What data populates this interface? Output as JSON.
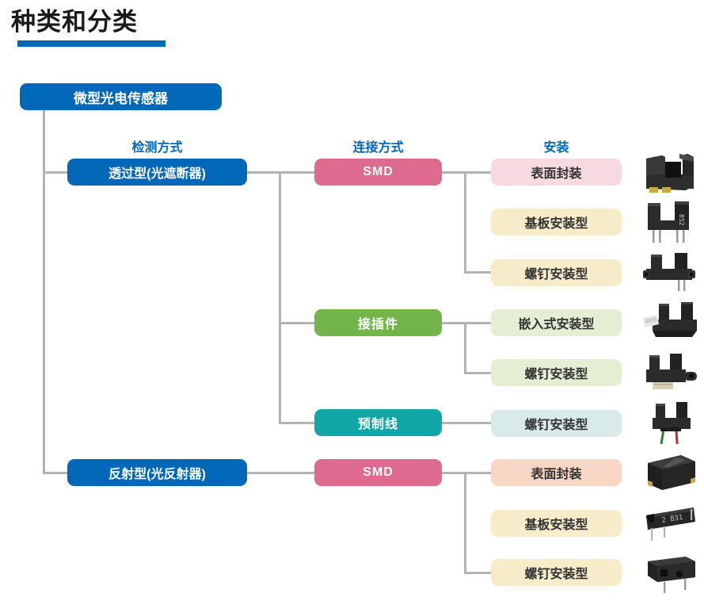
{
  "title": "种类和分类",
  "colors": {
    "accent_blue": "#0068b7",
    "pink": "#de6b8f",
    "green": "#72b54a",
    "teal": "#12a7a7",
    "light_pink": "#f7d9e1",
    "cream": "#f6ecca",
    "light_green": "#e3eed3",
    "light_teal": "#d8ebea",
    "light_salmon": "#f8d6c6",
    "connector_gray": "#b3b3b3"
  },
  "tree": {
    "root": {
      "label": "微型光电传感器"
    },
    "headers": [
      {
        "label": "检测方式"
      },
      {
        "label": "连接方式"
      },
      {
        "label": "安装"
      }
    ],
    "detection": [
      {
        "label": "透过型(光遮断器)"
      },
      {
        "label": "反射型(光反射器)"
      }
    ],
    "connection": [
      {
        "label": "SMD"
      },
      {
        "label": "接插件"
      },
      {
        "label": "预制线"
      },
      {
        "label": "SMD"
      }
    ],
    "mounting": [
      {
        "label": "表面封装"
      },
      {
        "label": "基板安装型"
      },
      {
        "label": "螺钉安装型"
      },
      {
        "label": "嵌入式安装型"
      },
      {
        "label": "螺钉安装型"
      },
      {
        "label": "螺钉安装型"
      },
      {
        "label": "表面封装"
      },
      {
        "label": "基板安装型"
      },
      {
        "label": "螺钉安装型"
      }
    ],
    "products": [
      {
        "name": "smd-slot-sensor-photo",
        "marking": ""
      },
      {
        "name": "board-mount-slot-sensor-photo",
        "marking": "852"
      },
      {
        "name": "screw-mount-slot-sensor-photo",
        "marking": ""
      },
      {
        "name": "connector-snapin-slot-sensor-photo",
        "marking": ""
      },
      {
        "name": "connector-screw-slot-sensor-photo",
        "marking": ""
      },
      {
        "name": "prewired-slot-sensor-photo",
        "marking": ""
      },
      {
        "name": "smd-reflective-sensor-photo",
        "marking": ""
      },
      {
        "name": "board-mount-reflective-sensor-photo",
        "marking": "2 B31"
      },
      {
        "name": "screw-mount-reflective-sensor-photo",
        "marking": ""
      }
    ]
  }
}
